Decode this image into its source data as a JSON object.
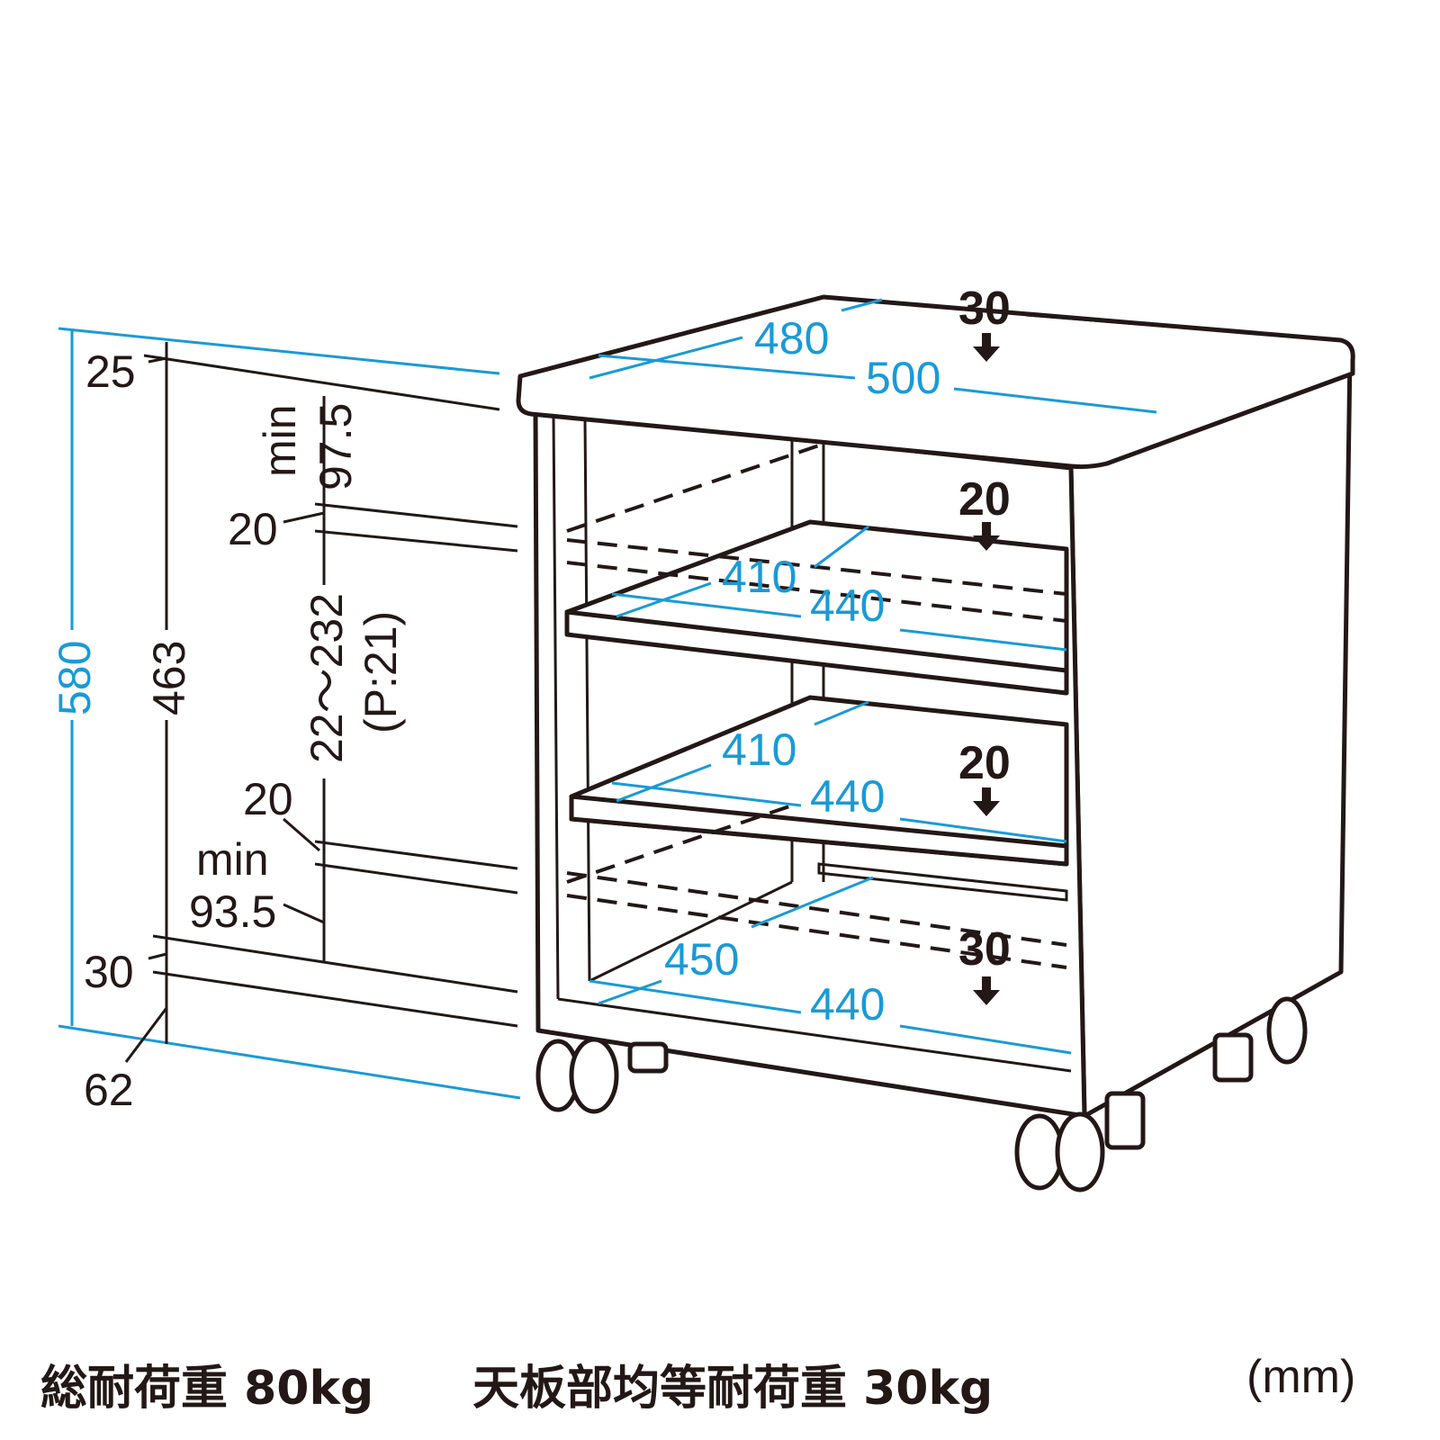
{
  "dimensions": {
    "top_depth_inner": "480",
    "top_width": "500",
    "top_load_top": "30",
    "shelf1_depth": "410",
    "shelf1_width": "440",
    "shelf1_load": "20",
    "shelf2_depth": "410",
    "shelf2_width": "440",
    "shelf2_load": "20",
    "bottom_depth": "450",
    "bottom_width": "440",
    "bottom_load": "30",
    "total_height": "580",
    "body_height": "463",
    "top_thickness": "25",
    "min_label_top": "min",
    "min_top_value": "97.5",
    "shelf1_thickness": "20",
    "pitch_range": "22～232",
    "pitch_ref": "(P:21)",
    "shelf2_thickness": "20",
    "min_label_bottom": "min",
    "min_bottom_value": "93.5",
    "base_thickness": "30",
    "caster_height": "62"
  },
  "footer": {
    "total_load": "総耐荷重 80kg",
    "top_load": "天板部均等耐荷重 30kg",
    "unit": "(mm)"
  },
  "colors": {
    "dimension_blue": "#1a9ad6",
    "line_black": "#231815"
  }
}
